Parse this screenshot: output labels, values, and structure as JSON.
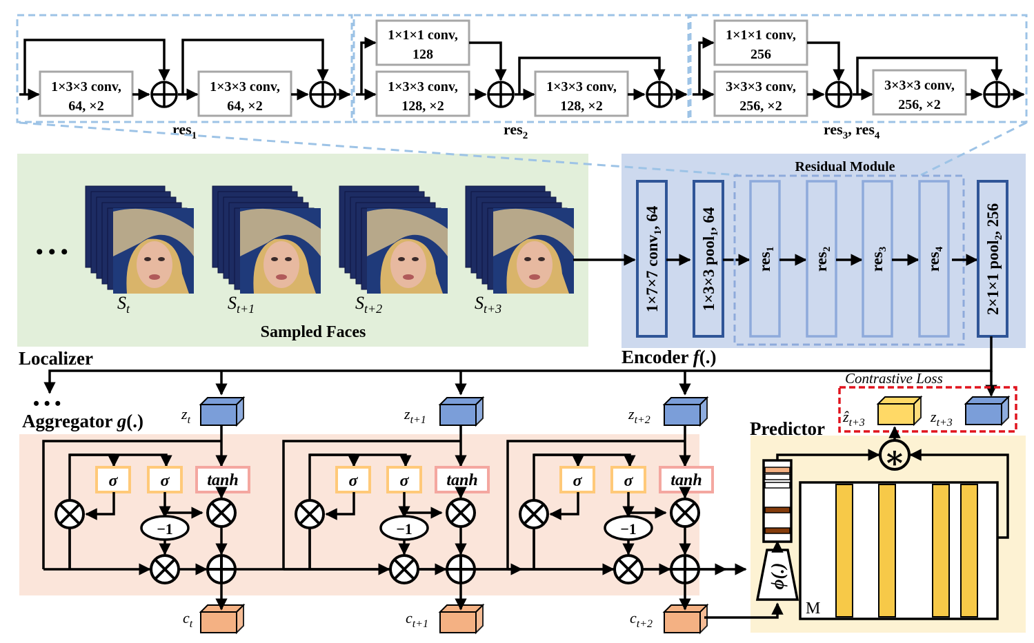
{
  "colors": {
    "localizer_bg": "#e2efda",
    "encoder_bg": "#cdd9ee",
    "aggregator_bg": "#fbe5da",
    "predictor_bg": "#fdf2d3",
    "localizer_label": "#a9d08e",
    "encoder_label": "#8eaadb",
    "aggregator_label": "#f4b183",
    "predictor_label": "#ffd966",
    "encoder_box_border": "#2f5597",
    "res_box_border": "#8eaadb",
    "conv_box_border": "#a6a6a6",
    "dashed_connector": "#9dc3e6",
    "z_cube": "#7b9ed9",
    "c_cube": "#f4b183",
    "zhat_cube": "#ffd966",
    "sigma_border": "#ffc979",
    "tanh_border": "#f4a7a0",
    "contrastive_red": "#e0141e",
    "memory_bar": "#f7c948",
    "feature_band": "#843c0c"
  },
  "residual_blocks": {
    "res1": {
      "label_main": "res",
      "label_sub": "1",
      "conv_a": [
        "1×3×3 conv,",
        "64, ×2"
      ],
      "conv_b": [
        "1×3×3 conv,",
        "64, ×2"
      ]
    },
    "res2": {
      "label_main": "res",
      "label_sub": "2",
      "shortcut": [
        "1×1×1 conv,",
        "128"
      ],
      "conv_a": [
        "1×3×3 conv,",
        "128, ×2"
      ],
      "conv_b": [
        "1×3×3 conv,",
        "128, ×2"
      ]
    },
    "res34": {
      "label_main_a": "res",
      "label_sub_a": "3",
      "label_sep": ", ",
      "label_main_b": "res",
      "label_sub_b": "4",
      "shortcut": [
        "1×1×1 conv,",
        "256"
      ],
      "conv_a": [
        "3×3×3 conv,",
        "256, ×2"
      ],
      "conv_b": [
        "3×3×3 conv,",
        "256, ×2"
      ]
    }
  },
  "localizer": {
    "ellipsis": "• • •",
    "face_label_main": "S",
    "faces": [
      "t",
      "t+1",
      "t+2",
      "t+3"
    ],
    "caption": "Sampled Faces",
    "label": "Localizer"
  },
  "encoder": {
    "conv1_main": "1×7×7 conv",
    "conv1_sub": "1",
    "conv1_tail": ", 64",
    "pool1_main": "1×3×3 pool",
    "pool1_sub": "1",
    "pool1_tail": ", 64",
    "module_title": "Residual Module",
    "res_main": "res",
    "res_subs": [
      "1",
      "2",
      "3",
      "4"
    ],
    "pool2_main": "2×1×1 pool",
    "pool2_sub": "2",
    "pool2_tail": ", 256",
    "label_main": "Encoder ",
    "label_func": "f",
    "label_tail": "(.)"
  },
  "aggregator": {
    "label_main": "Aggregator ",
    "label_func": "g",
    "label_tail": "(.)",
    "ellipsis": "• • •",
    "z_main": "z",
    "c_main": "c",
    "steps": [
      "t",
      "t+1",
      "t+2"
    ],
    "sigma": "σ",
    "tanh": "tanh",
    "minus_one": "−1"
  },
  "predictor": {
    "label": "Predictor",
    "contrastive": "Contrastive Loss",
    "zhat_main": "ẑ",
    "zhat_sub": "t+3",
    "z_main": "z",
    "z_sub": "t+3",
    "phi": "ϕ(.)",
    "memory": "M",
    "conv_op": "∗"
  }
}
